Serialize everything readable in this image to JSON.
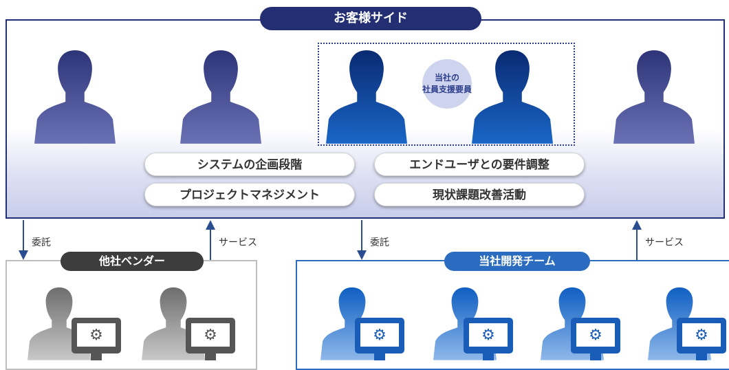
{
  "customer": {
    "title": "お客様サイド"
  },
  "staff": {
    "line1": "当社の",
    "line2": "社員支援要員"
  },
  "tasks": [
    "システムの企画段階",
    "エンドユーザとの要件調整",
    "プロジェクトマネジメント",
    "現状課題改善活動"
  ],
  "arrows": {
    "delegate_left": "委託",
    "service_left": "サービス",
    "delegate_right": "委託",
    "service_right": "サービス"
  },
  "vendor": {
    "title": "他社ベンダー"
  },
  "dev": {
    "title": "当社開発チーム"
  },
  "colors": {
    "navy": "#232f72",
    "person_customer": "#4f5599",
    "person_staff": "#0f3d92",
    "dev_blue": "#2b6cc0",
    "vendor_gray": "#8a8a8a"
  }
}
